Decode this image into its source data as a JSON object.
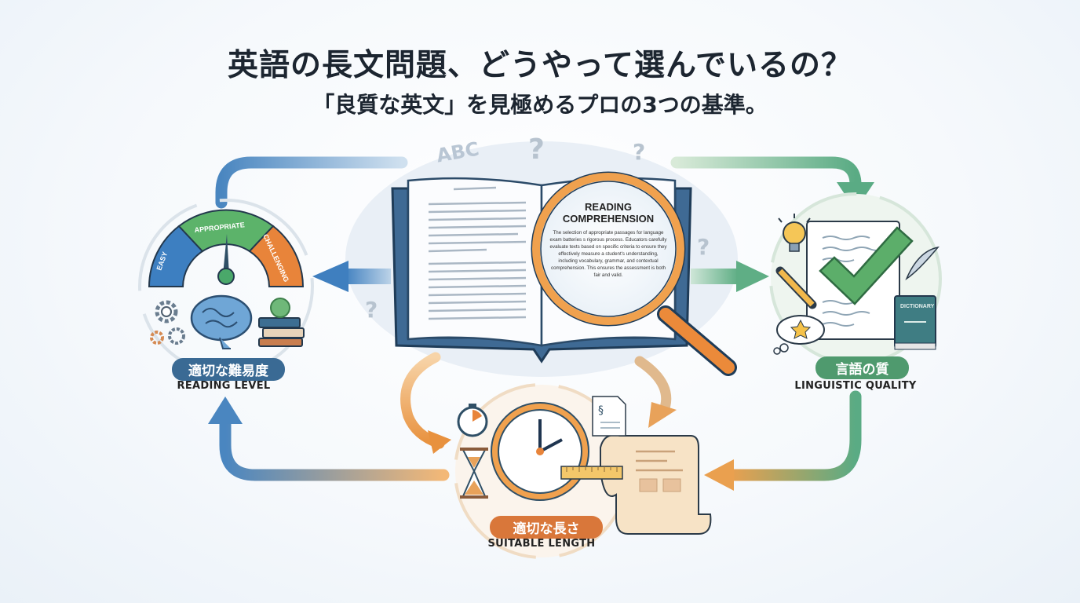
{
  "header": {
    "title": "英語の長文問題、どうやって選んでいるの？",
    "subtitle": "「良質な英文」を見極めるプロの3つの基準。"
  },
  "center": {
    "lens_title_line1": "READING",
    "lens_title_line2": "COMPREHENSION",
    "lens_body": "The selection of appropriate passages for language exam batteries s rigorous process. Educators carefully evaluate texts based on specific criteria to ensure they effectively measure a student's understanding, including vocabulary, grammar, and contextual comprehension. This ensures the assessment is both fair and valid.",
    "decorations": [
      "ABC",
      "?",
      "?",
      "?",
      "?"
    ]
  },
  "criteria": [
    {
      "id": "reading-level",
      "badge_jp": "適切な難易度",
      "label_en": "READING LEVEL",
      "color": "#3a6a94",
      "gauge": {
        "segments": [
          "EASY",
          "APPROPRIATE",
          "CHALLENGING"
        ],
        "colors": [
          "#3d7fc1",
          "#5cb36a",
          "#e8843a"
        ]
      },
      "icons": [
        "gears-icon",
        "brain-icon",
        "books-apple-icon"
      ]
    },
    {
      "id": "linguistic-quality",
      "badge_jp": "言語の質",
      "label_en": "LINGUISTIC QUALITY",
      "color": "#4f9a6e",
      "dictionary_label": "DICTIONARY",
      "icons": [
        "lightbulb-icon",
        "pencil-icon",
        "checkmark-icon",
        "quill-icon",
        "dictionary-icon",
        "star-cloud-icon"
      ]
    },
    {
      "id": "suitable-length",
      "badge_jp": "適切な長さ",
      "label_en": "SUITABLE LENGTH",
      "color": "#d9773a",
      "icons": [
        "stopwatch-icon",
        "clock-icon",
        "hourglass-icon",
        "ruler-icon",
        "scroll-icon",
        "document-icon"
      ]
    }
  ],
  "colors": {
    "blue": "#4a86c0",
    "green": "#5fae85",
    "orange": "#e99a4c",
    "navy": "#2f5577",
    "text": "#1c2530"
  }
}
